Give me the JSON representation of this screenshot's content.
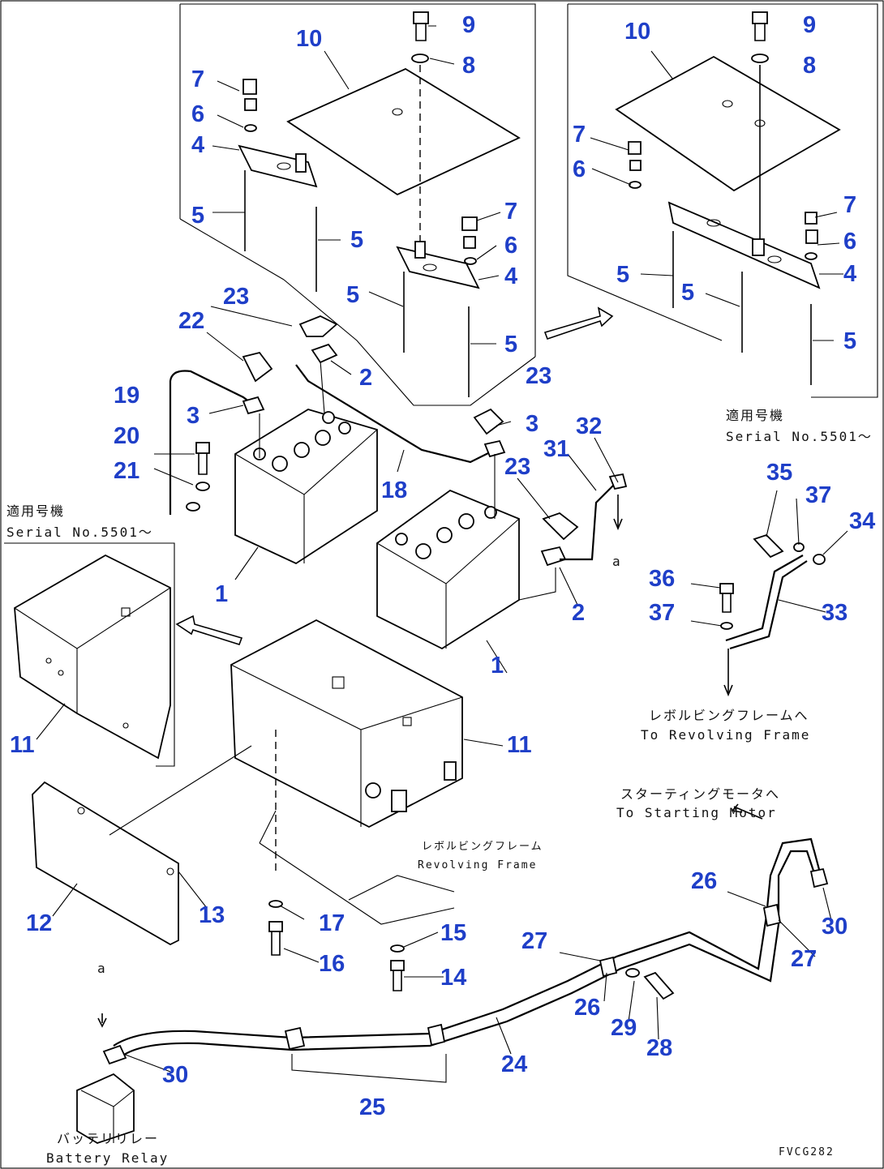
{
  "callouts": [
    "1",
    "2",
    "3",
    "4",
    "5",
    "6",
    "7",
    "8",
    "9",
    "10",
    "11",
    "12",
    "13",
    "14",
    "15",
    "16",
    "17",
    "18",
    "19",
    "20",
    "21",
    "22",
    "23",
    "24",
    "25",
    "26",
    "27",
    "28",
    "29",
    "30",
    "31",
    "32",
    "33",
    "34",
    "35",
    "36",
    "37"
  ],
  "notes": {
    "serial_jp": "適用号機",
    "serial_en": "Serial No.5501～",
    "revolving_jp": "レボルビングフレームへ",
    "revolving_en": "To Revolving Frame",
    "starting_jp": "スターティングモータへ",
    "starting_en": "To Starting Motor",
    "frame_jp": "レボルビングフレーム",
    "frame_en": "Revolving Frame",
    "relay_jp": "バッテリリレー",
    "relay_en": "Battery Relay",
    "view_a": "a",
    "drawing_code": "FVCG282"
  },
  "colors": {
    "callout": "#1f3fc8",
    "line": "#000000",
    "background": "#ffffff"
  }
}
